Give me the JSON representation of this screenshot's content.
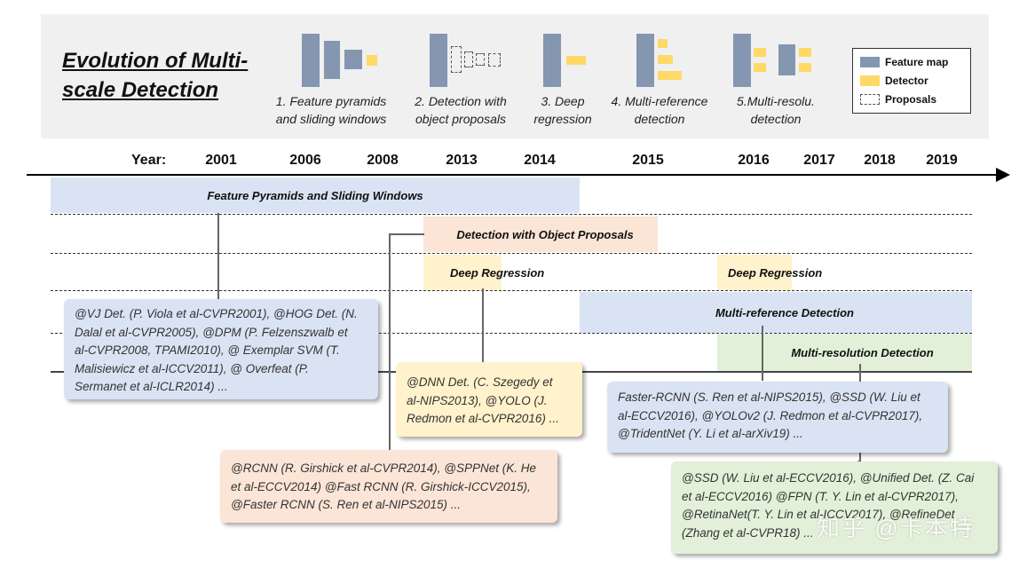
{
  "title": "Evolution of Multi-scale Detection",
  "strategies": [
    {
      "line1": "1. Feature pyramids",
      "line2": "and sliding windows"
    },
    {
      "line1": "2. Detection with",
      "line2": "object proposals"
    },
    {
      "line1": "3. Deep",
      "line2": "regression"
    },
    {
      "line1": "4. Multi-reference",
      "line2": "detection"
    },
    {
      "line1": "5.Multi-resolu.",
      "line2": "detection"
    }
  ],
  "legend": [
    {
      "label": "Feature map",
      "color": "#8496b0"
    },
    {
      "label": "Detector",
      "color": "#ffd966"
    },
    {
      "label": "Proposals",
      "color": "dashed"
    }
  ],
  "timeline": {
    "year_label": "Year:",
    "years": [
      "2001",
      "2006",
      "2008",
      "2013",
      "2014",
      "2015",
      "2016",
      "2017",
      "2018",
      "2019"
    ]
  },
  "bands": [
    {
      "label": "Feature Pyramids and Sliding Windows",
      "color": "#dae3f3"
    },
    {
      "label": "Detection with Object Proposals",
      "color": "#fbe5d6"
    },
    {
      "label": "Deep Regression",
      "color": "#fff2cc"
    },
    {
      "label": "Deep Regression",
      "color": "#fff2cc"
    },
    {
      "label": "Multi-reference Detection",
      "color": "#dae3f3"
    },
    {
      "label": "Multi-resolution Detection",
      "color": "#e2f0d9"
    }
  ],
  "notes": [
    {
      "lines": [
        "@VJ Det. (P. Viola et al-CVPR2001), @HOG Det. (N.",
        "Dalal et al-CVPR2005), @DPM (P. Felzenszwalb et",
        "al-CVPR2008, TPAMI2010), @ Exemplar SVM (T.",
        "Malisiewicz et al-ICCV2011), @ Overfeat (P.",
        "Sermanet et al-ICLR2014) ..."
      ],
      "color": "#dae3f3"
    },
    {
      "lines": [
        "@DNN Det. (C. Szegedy et",
        "al-NIPS2013), @YOLO (J.",
        "Redmon et al-CVPR2016) ..."
      ],
      "color": "#fff2cc"
    },
    {
      "lines": [
        "@RCNN (R. Girshick et al-CVPR2014), @SPPNet (K. He",
        "et al-ECCV2014) @Fast RCNN (R. Girshick-ICCV2015),",
        "@Faster RCNN (S. Ren et al-NIPS2015) ..."
      ],
      "color": "#fbe5d6"
    },
    {
      "lines": [
        "Faster-RCNN (S. Ren et al-NIPS2015), @SSD (W. Liu et",
        "al-ECCV2016), @YOLOv2 (J. Redmon et al-CVPR2017),",
        "@TridentNet (Y. Li et al-arXiv19) ..."
      ],
      "color": "#dae3f3"
    },
    {
      "lines": [
        "@SSD (W. Liu et al-ECCV2016), @Unified Det. (Z. Cai",
        "et al-ECCV2016) @FPN (T. Y. Lin et al-CVPR2017),",
        "@RetinaNet(T. Y. Lin et al-ICCV2017), @RefineDet",
        "(Zhang et al-CVPR18) ..."
      ],
      "color": "#e2f0d9"
    }
  ],
  "watermark": "知乎 @卡本特"
}
